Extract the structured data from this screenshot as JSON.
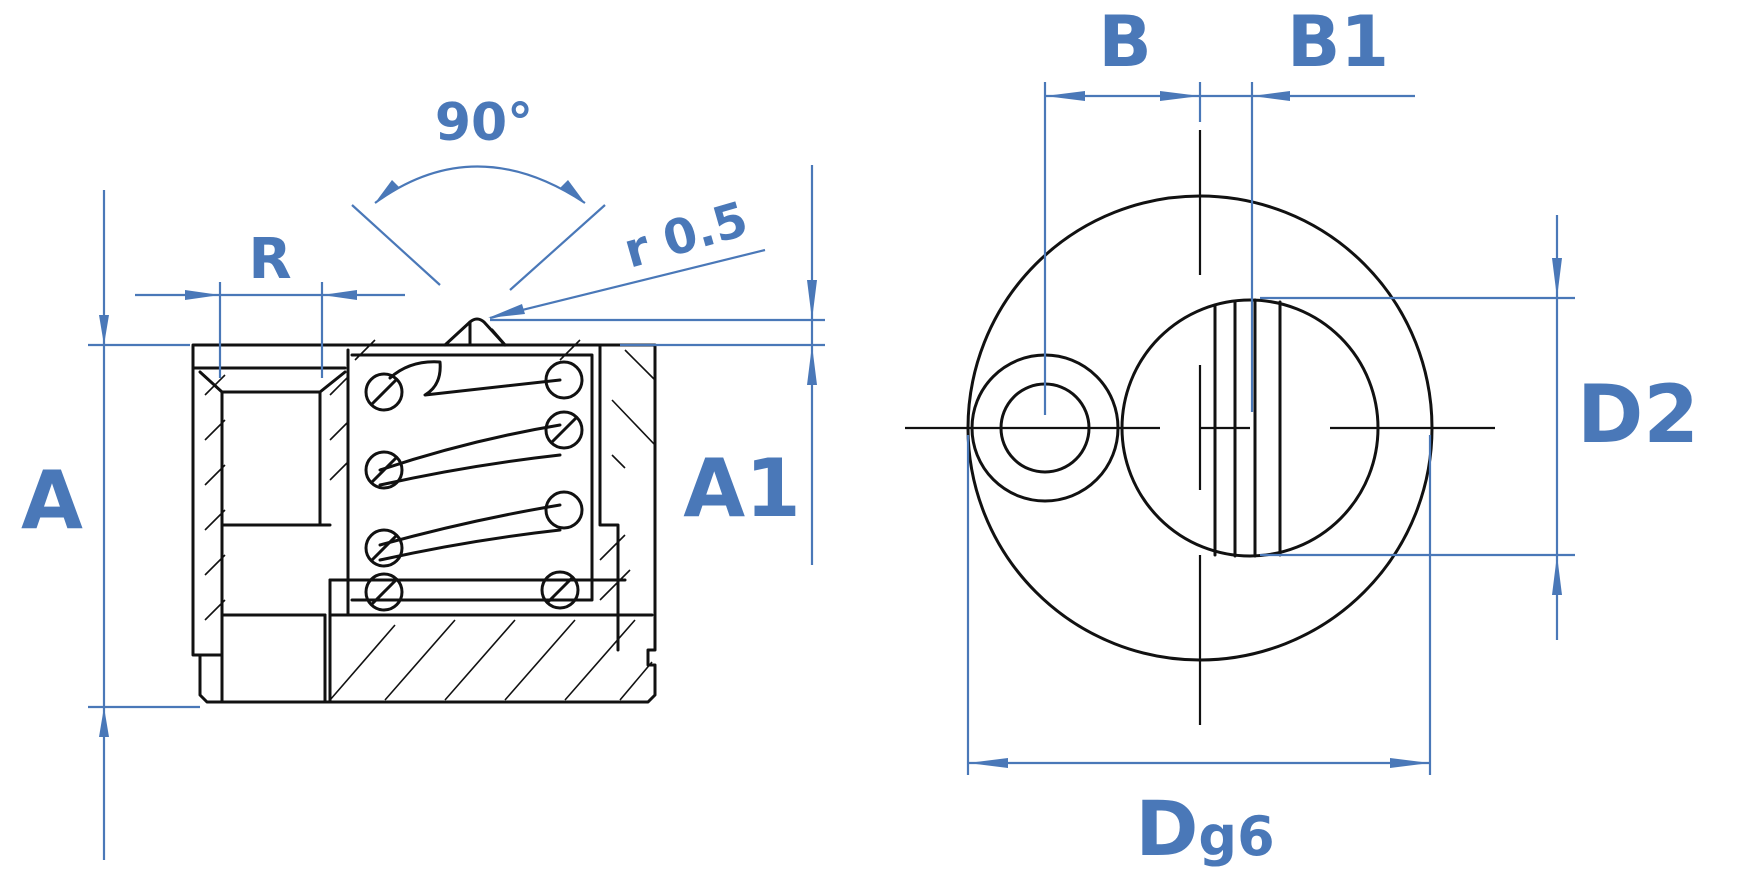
{
  "colors": {
    "dimension": "#4a78b8",
    "part": "#111111",
    "background": "#ffffff"
  },
  "labels": {
    "angle": "90°",
    "radius": "r 0.5",
    "R": "R",
    "A": "A",
    "A1": "A1",
    "B": "B",
    "B1": "B1",
    "D2": "D2",
    "D": "D",
    "g6": "g6"
  }
}
